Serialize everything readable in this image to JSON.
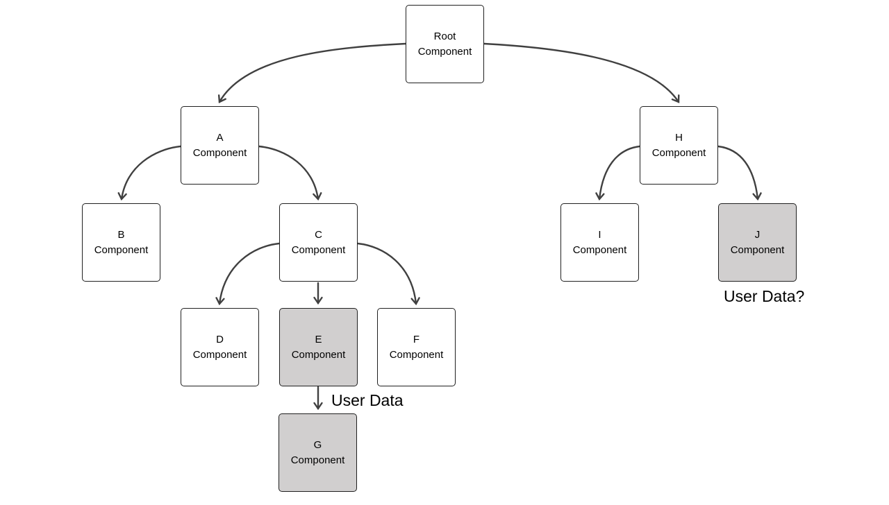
{
  "diagram": {
    "type": "component-tree",
    "colors": {
      "node_fill": "#ffffff",
      "node_fill_highlight": "#d1cfcf",
      "node_border": "#1f1f1f",
      "arrow": "#404040",
      "text": "#000000",
      "background": "#ffffff"
    },
    "nodes": {
      "root": {
        "line1": "Root",
        "line2": "Component",
        "highlighted": false
      },
      "a": {
        "line1": "A",
        "line2": "Component",
        "highlighted": false
      },
      "b": {
        "line1": "B",
        "line2": "Component",
        "highlighted": false
      },
      "c": {
        "line1": "C",
        "line2": "Component",
        "highlighted": false
      },
      "d": {
        "line1": "D",
        "line2": "Component",
        "highlighted": false
      },
      "e": {
        "line1": "E",
        "line2": "Component",
        "highlighted": true
      },
      "f": {
        "line1": "F",
        "line2": "Component",
        "highlighted": false
      },
      "g": {
        "line1": "G",
        "line2": "Component",
        "highlighted": true
      },
      "h": {
        "line1": "H",
        "line2": "Component",
        "highlighted": false
      },
      "i": {
        "line1": "I",
        "line2": "Component",
        "highlighted": false
      },
      "j": {
        "line1": "J",
        "line2": "Component",
        "highlighted": true
      }
    },
    "edges": [
      {
        "from": "root",
        "to": "a"
      },
      {
        "from": "root",
        "to": "h"
      },
      {
        "from": "a",
        "to": "b"
      },
      {
        "from": "a",
        "to": "c"
      },
      {
        "from": "c",
        "to": "d"
      },
      {
        "from": "c",
        "to": "e"
      },
      {
        "from": "c",
        "to": "f"
      },
      {
        "from": "e",
        "to": "g"
      },
      {
        "from": "h",
        "to": "i"
      },
      {
        "from": "h",
        "to": "j"
      }
    ],
    "annotations": {
      "user_data": "User Data",
      "user_data_question": "User Data?"
    }
  }
}
